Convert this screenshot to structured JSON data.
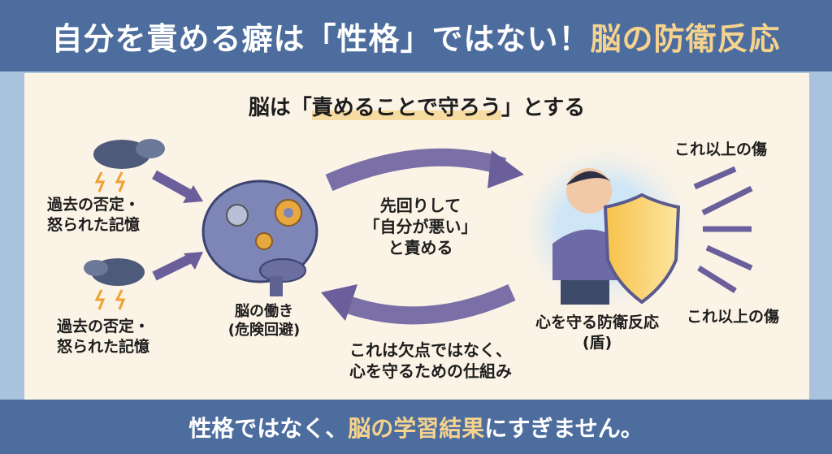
{
  "header": {
    "title_main": "自分を責める癖は「性格」ではない！",
    "title_highlight": "脳の防衛反応"
  },
  "subtitle": {
    "prefix": "脳は「",
    "highlight": "責めることで守ろう",
    "suffix": "」とする"
  },
  "left": {
    "memory1": [
      "過去の否定・",
      "怒られた記憶"
    ],
    "memory2": [
      "過去の否定・",
      "怒られた記憶"
    ]
  },
  "brain": {
    "label": [
      "脳の働き",
      "(危険回避)"
    ]
  },
  "center": {
    "top": [
      "先回りして",
      "「自分が悪い」",
      "と責める"
    ],
    "bottom": [
      "これは欠点ではなく、",
      "心を守るための仕組み"
    ]
  },
  "person": {
    "label": [
      "心を守る防衛反応",
      "(盾)"
    ]
  },
  "right": {
    "hurt1": "これ以上の傷",
    "hurt2": "これ以上の傷"
  },
  "footer": {
    "prefix": "性格ではなく、",
    "highlight": "脳の学習結果",
    "suffix": "にすぎません。"
  },
  "colors": {
    "header": "#4d6d9e",
    "accent": "#f5d38e",
    "arrow": "#6a5f9a",
    "panel": "#fbf3e6"
  }
}
